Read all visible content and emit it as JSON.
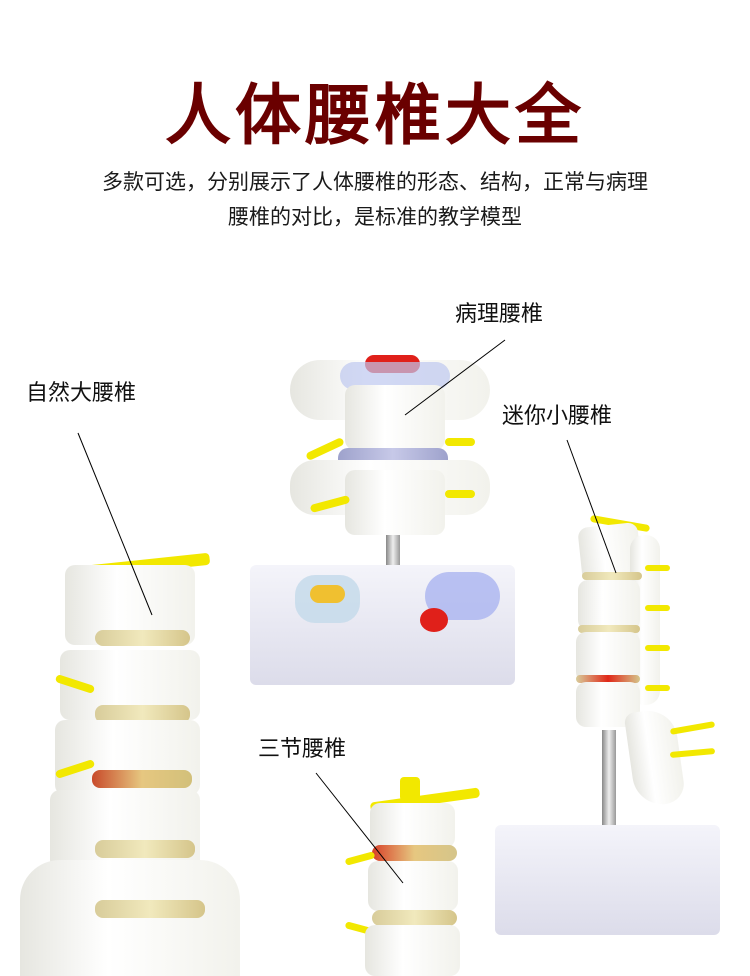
{
  "header": {
    "title": "人体腰椎大全",
    "subtitle_line1": "多款可选，分别展示了人体腰椎的形态、结构，正常与病理",
    "subtitle_line2": "腰椎的对比，是标准的教学模型"
  },
  "models": [
    {
      "label": "自然大腰椎"
    },
    {
      "label": "病理腰椎"
    },
    {
      "label": "迷你小腰椎"
    },
    {
      "label": "三节腰椎"
    }
  ],
  "colors": {
    "title": "#6a0000",
    "nerve": "#f2e800",
    "herniation": "#e0201a",
    "disc": "#f1e9bd"
  }
}
